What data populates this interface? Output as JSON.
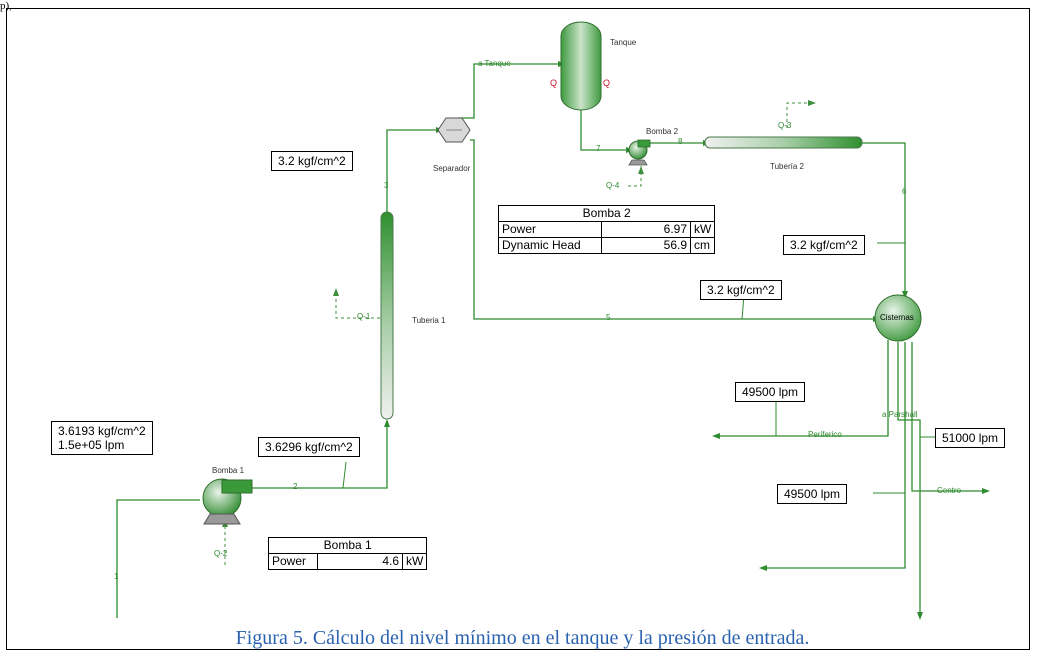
{
  "header_fragment": "p),",
  "caption": "Figura 5. Cálculo del nivel mínimo en el tanque y la presión de entrada.",
  "colors": {
    "stream": "#2e8b2e",
    "equipment_dark": "#3f9a3f",
    "equipment_light": "#e8e8e8",
    "energy": "#6a9a6a",
    "caption": "#2a62b0",
    "port_red": "#d0102a"
  },
  "equipment": {
    "tank": {
      "name": "Tanque",
      "port_left": "Q",
      "port_right": "Q"
    },
    "pump2": {
      "name": "Bomba 2"
    },
    "pipe2": {
      "name": "Tubería 2"
    },
    "separator": {
      "name": "Separador"
    },
    "pipe1": {
      "name": "Tuberia 1"
    },
    "pump1": {
      "name": "Bomba 1"
    },
    "cisterns": {
      "name": "Cisternas"
    }
  },
  "streams": {
    "a_tanque": "a Tanque",
    "s7": "7",
    "s8": "8",
    "s6": "6",
    "s5": "5",
    "s3": "3",
    "s2": "2",
    "s1": "1",
    "periferico": "Periferico",
    "a_parshall": "a Parshall",
    "centro": "Centro"
  },
  "energy_streams": {
    "q3": "Q-3",
    "q4": "Q-4",
    "q1": "Q-1",
    "q2": "Q-2"
  },
  "labels": {
    "p_sep": "3.2 kgf/cm^2",
    "p_right": "3.2 kgf/cm^2",
    "p_mid": "3.2 kgf/cm^2",
    "p_pipe1_in": "3.6296 kgf/cm^2",
    "inlet_p": "3.6193 kgf/cm^2",
    "inlet_f": "1.5e+05 lpm",
    "flow_peri": "49500  lpm",
    "flow_parshall": "51000  lpm",
    "flow_centro": "49500  lpm"
  },
  "tables": {
    "bomba2": {
      "title": "Bomba 2",
      "rows": [
        {
          "name": "Power",
          "value": "6.97",
          "unit": "kW"
        },
        {
          "name": "Dynamic Head",
          "value": "56.9",
          "unit": "cm"
        }
      ]
    },
    "bomba1": {
      "title": "Bomba 1",
      "rows": [
        {
          "name": "Power",
          "value": "4.6",
          "unit": "kW"
        }
      ]
    }
  }
}
